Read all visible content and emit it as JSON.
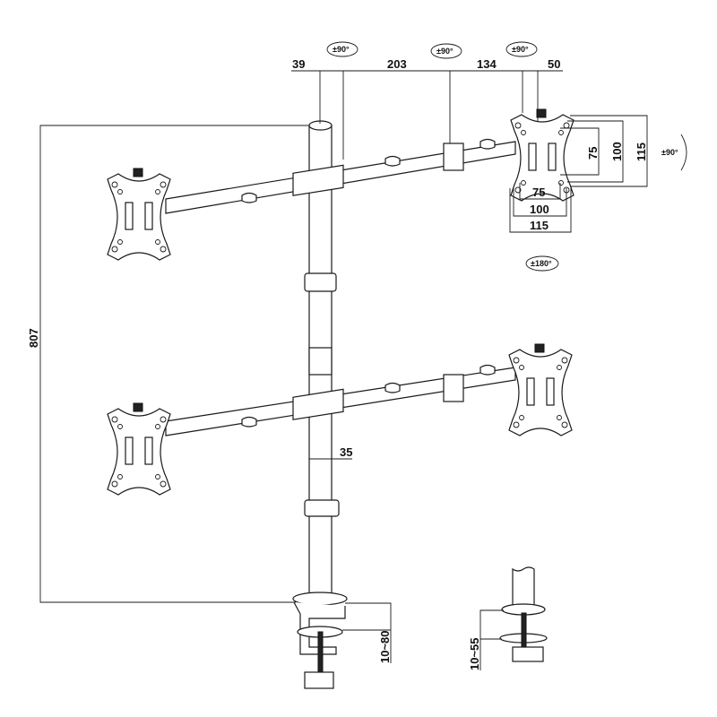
{
  "dimensions": {
    "height": "807",
    "top_offsets": [
      "39",
      "203",
      "134",
      "50"
    ],
    "pole_diameter": "35",
    "vesa_vertical": [
      "75",
      "100",
      "115"
    ],
    "vesa_horizontal": [
      "75",
      "100",
      "115"
    ],
    "clamp_range": "10~80",
    "grommet_range": "10~55"
  },
  "rotations": {
    "arm_joint_1": "±90°",
    "arm_joint_2": "±90°",
    "head_swivel": "±90°",
    "head_tilt": "±90°",
    "head_rotate": "±180°"
  }
}
